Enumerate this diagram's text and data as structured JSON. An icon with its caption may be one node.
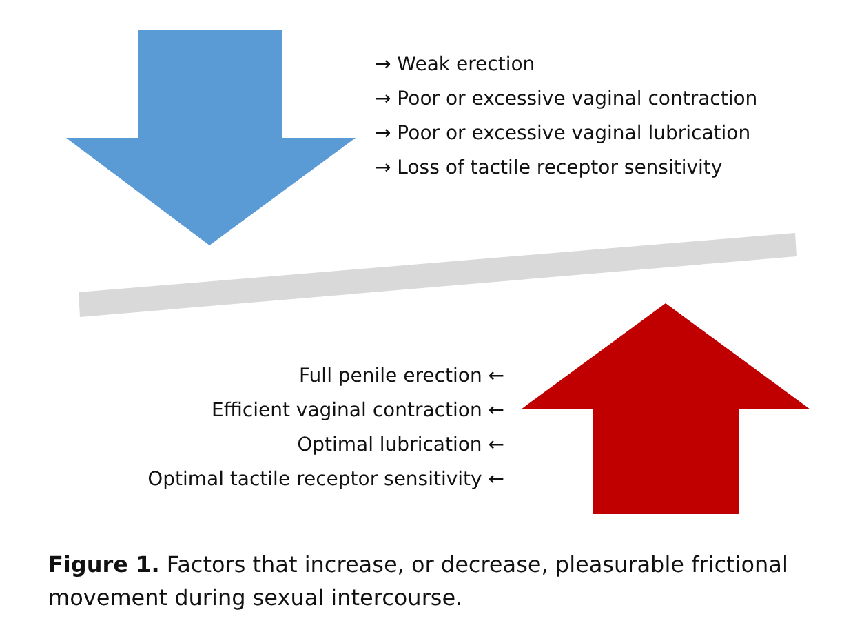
{
  "diagram": {
    "caption": "**Figure 1.** Factors that increase, or decrease, pleasurable frictional movement during sexual intercourse.",
    "labels": [
      "→ Weak erection",
      "→ Poor or excessive vaginal contraction",
      "→ Poor or excessive vaginal lubrication",
      "→ Loss of tactile receptor sensitivity",
      "Full penile erection ←",
      "Efficient vaginal contraction ←",
      "Optimal lubrication ←",
      "Optimal tactile receptor sensitivity ←"
    ]
  }
}
